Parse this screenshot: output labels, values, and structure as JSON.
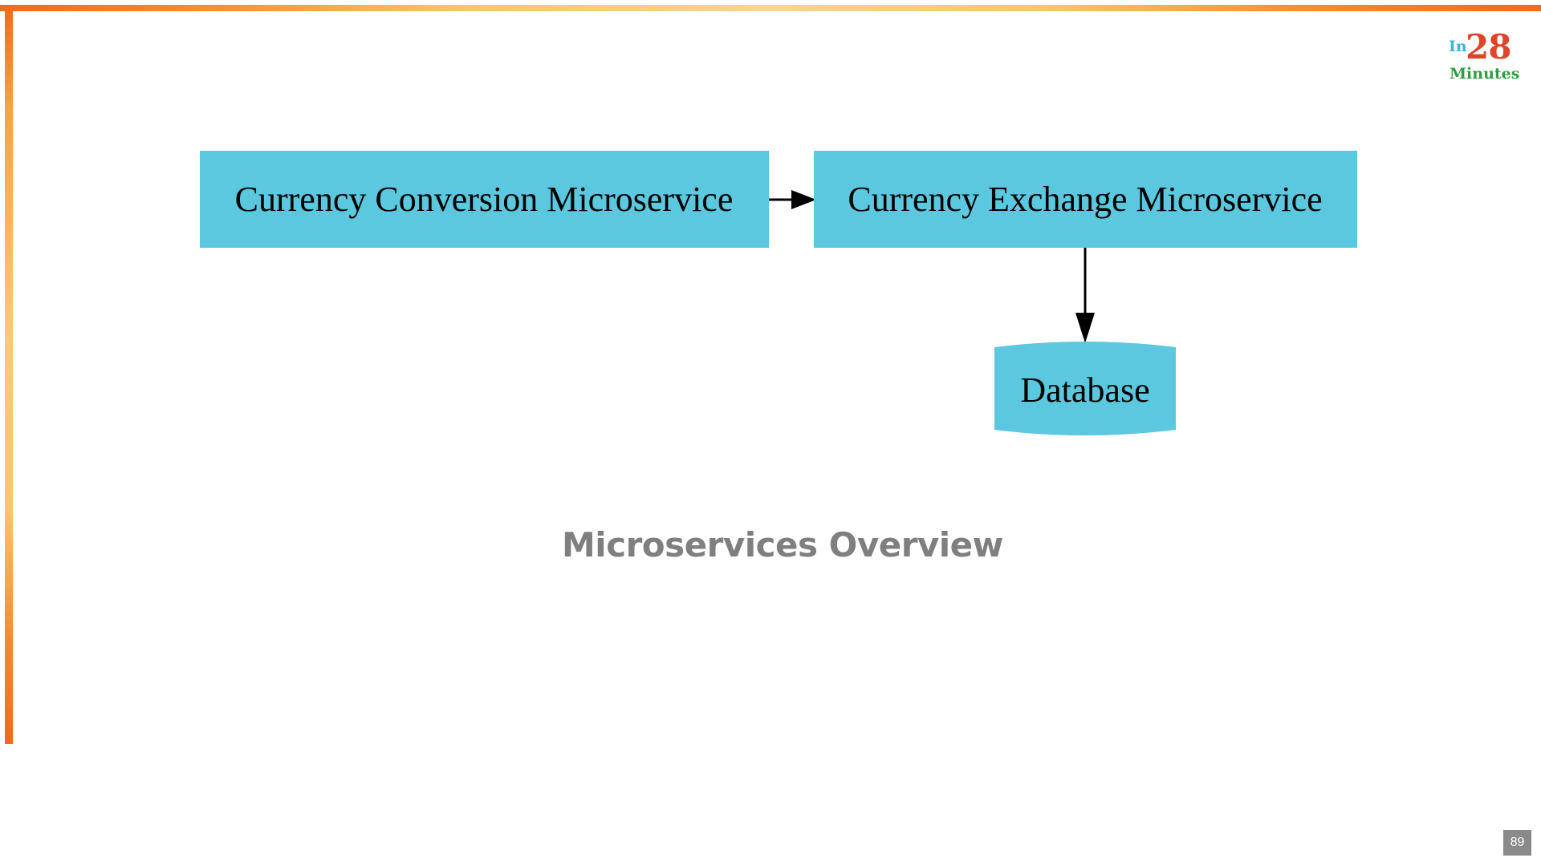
{
  "logo": {
    "prefix": "In",
    "number": "28",
    "suffix": "Minutes"
  },
  "diagram": {
    "nodes": [
      {
        "id": "conversion",
        "label": "Currency Conversion Microservice",
        "shape": "box"
      },
      {
        "id": "exchange",
        "label": "Currency Exchange Microservice",
        "shape": "box"
      },
      {
        "id": "database",
        "label": "Database",
        "shape": "cylinder"
      }
    ],
    "edges": [
      {
        "from": "conversion",
        "to": "exchange"
      },
      {
        "from": "exchange",
        "to": "database"
      }
    ],
    "node_color": "#5bc8df",
    "edge_color": "#000000"
  },
  "caption": "Microservices Overview",
  "page_number": "89",
  "colors": {
    "border_orange": "#f26a1a",
    "border_yellow": "#fdd58a",
    "caption_gray": "#7f7f7f"
  }
}
